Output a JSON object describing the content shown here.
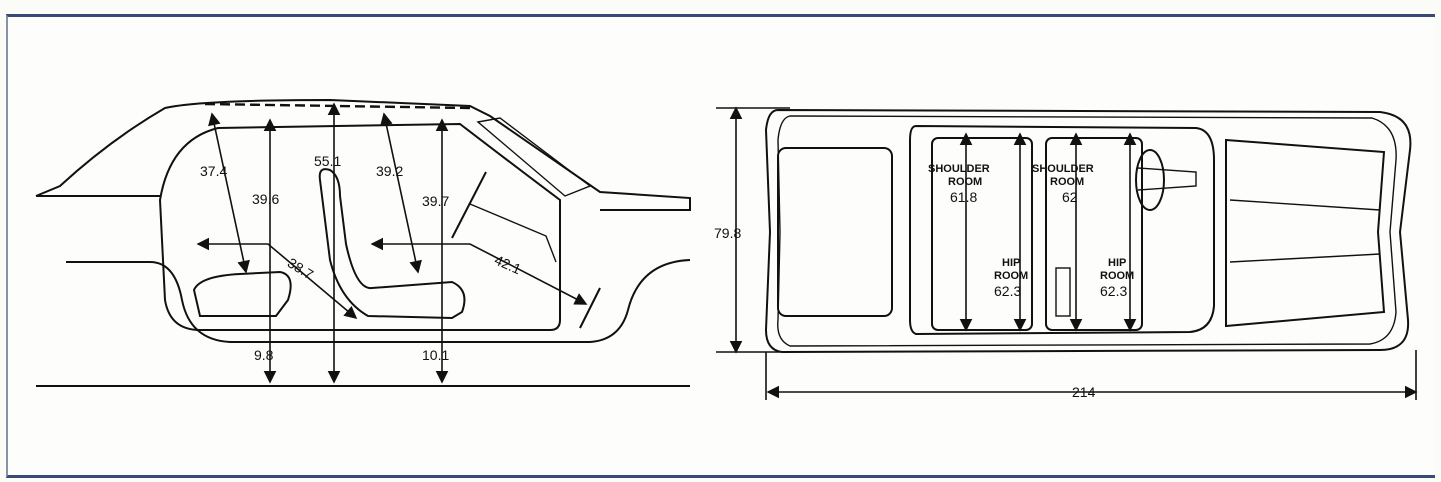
{
  "side_view": {
    "headroom_rear": "37.4",
    "headroom_rear_total": "39.6",
    "overall_height": "55.1",
    "headroom_front": "39.2",
    "headroom_front_total": "39.7",
    "legroom_rear": "38.7",
    "legroom_front": "42.1",
    "seat_height_rear": "9.8",
    "seat_height_front": "10.1"
  },
  "top_view": {
    "overall_width": "79.8",
    "overall_length": "214",
    "front_shoulder_label_1": "SHOULDER",
    "front_shoulder_label_2": "ROOM",
    "front_shoulder_value": "61.8",
    "rear_shoulder_label_1": "SHOULDER",
    "rear_shoulder_label_2": "ROOM",
    "rear_shoulder_value": "62",
    "front_hip_label_1": "HIP",
    "front_hip_label_2": "ROOM",
    "front_hip_value": "62.3",
    "rear_hip_label_1": "HIP",
    "rear_hip_label_2": "ROOM",
    "rear_hip_value": "62.3"
  }
}
